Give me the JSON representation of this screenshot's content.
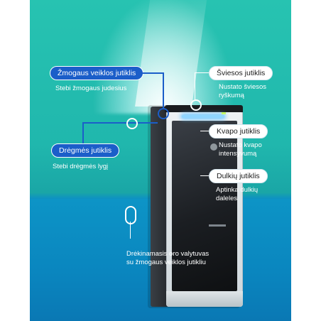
{
  "labels": {
    "human_sensor": "Žmogaus veiklos jutiklis",
    "human_sensor_desc": "Stebi žmogaus judesius",
    "light_sensor": "Šviesos jutiklis",
    "light_sensor_desc_1": "Nustato šviesos",
    "light_sensor_desc_2": "ryškumą",
    "odor_sensor": "Kvapo jutiklis",
    "odor_sensor_desc_1": "Nustato kvapo",
    "odor_sensor_desc_2": "intensyvumą",
    "humidity_sensor": "Drėgmės jutiklis",
    "humidity_sensor_desc": "Stebi drėgmės lygį",
    "dust_sensor": "Dulkių jutiklis",
    "dust_sensor_desc_1": "Aptinka dulkių",
    "dust_sensor_desc_2": "daleles",
    "caption_1": "Drėkinamasis oro valytuvas",
    "caption_2": "su žmogaus veiklos jutikliu"
  },
  "colors": {
    "teal_background": "#20b7ad",
    "blue_background": "#0a86bf",
    "pill_blue": "#1b5ec9",
    "pill_white": "#ffffff"
  }
}
